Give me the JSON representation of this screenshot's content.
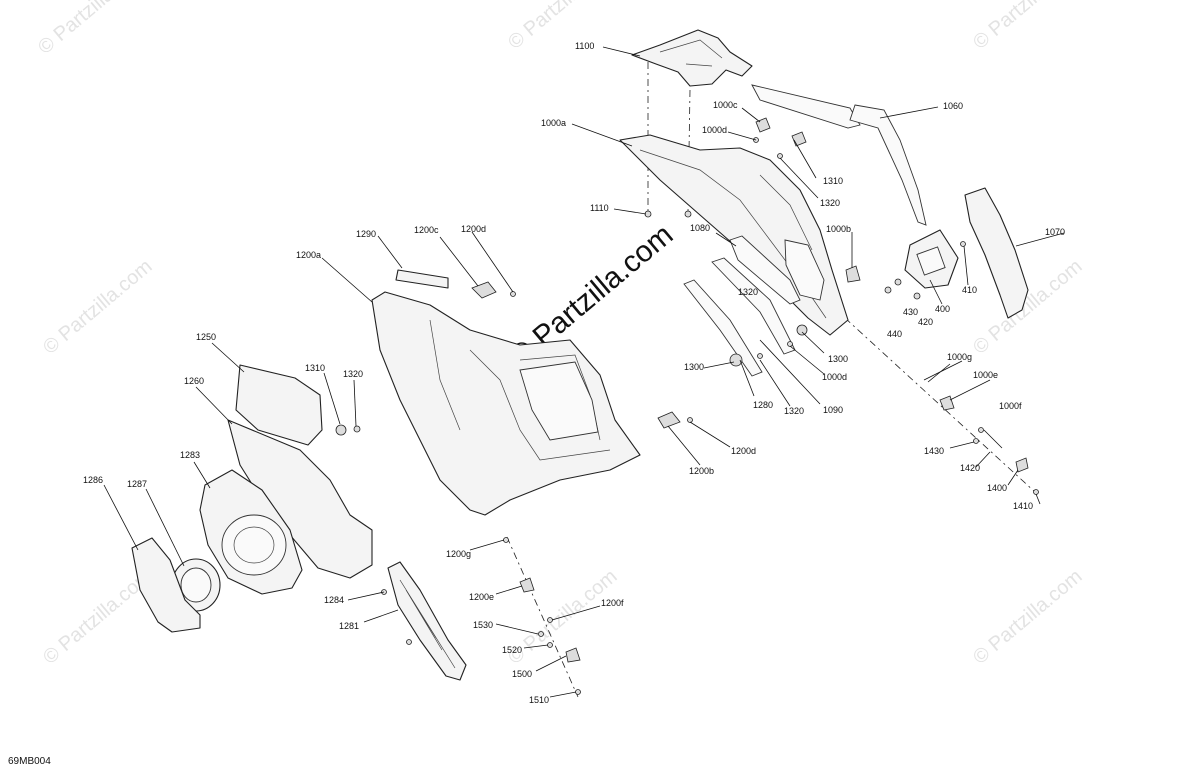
{
  "diagram": {
    "reference_code": "69MB004",
    "watermark": "© Partzilla.com",
    "watermark_center": "© Partzilla.com",
    "callouts": [
      "1100",
      "1060",
      "1000c",
      "1000d",
      "1000a",
      "1310",
      "1320",
      "1110",
      "1080",
      "1000b",
      "1070",
      "1290",
      "1200c",
      "1200d",
      "1200a",
      "410",
      "400",
      "430",
      "420",
      "440",
      "1320",
      "1300",
      "1300",
      "1000d",
      "1320",
      "1090",
      "1280",
      "1250",
      "1310",
      "1320",
      "1260",
      "1000g",
      "1000e",
      "1000f",
      "1200d",
      "1200b",
      "1430",
      "1420",
      "1400",
      "1410",
      "1283",
      "1286",
      "1287",
      "1200g",
      "1200e",
      "1200f",
      "1284",
      "1281",
      "1530",
      "1520",
      "1500",
      "1510"
    ]
  }
}
